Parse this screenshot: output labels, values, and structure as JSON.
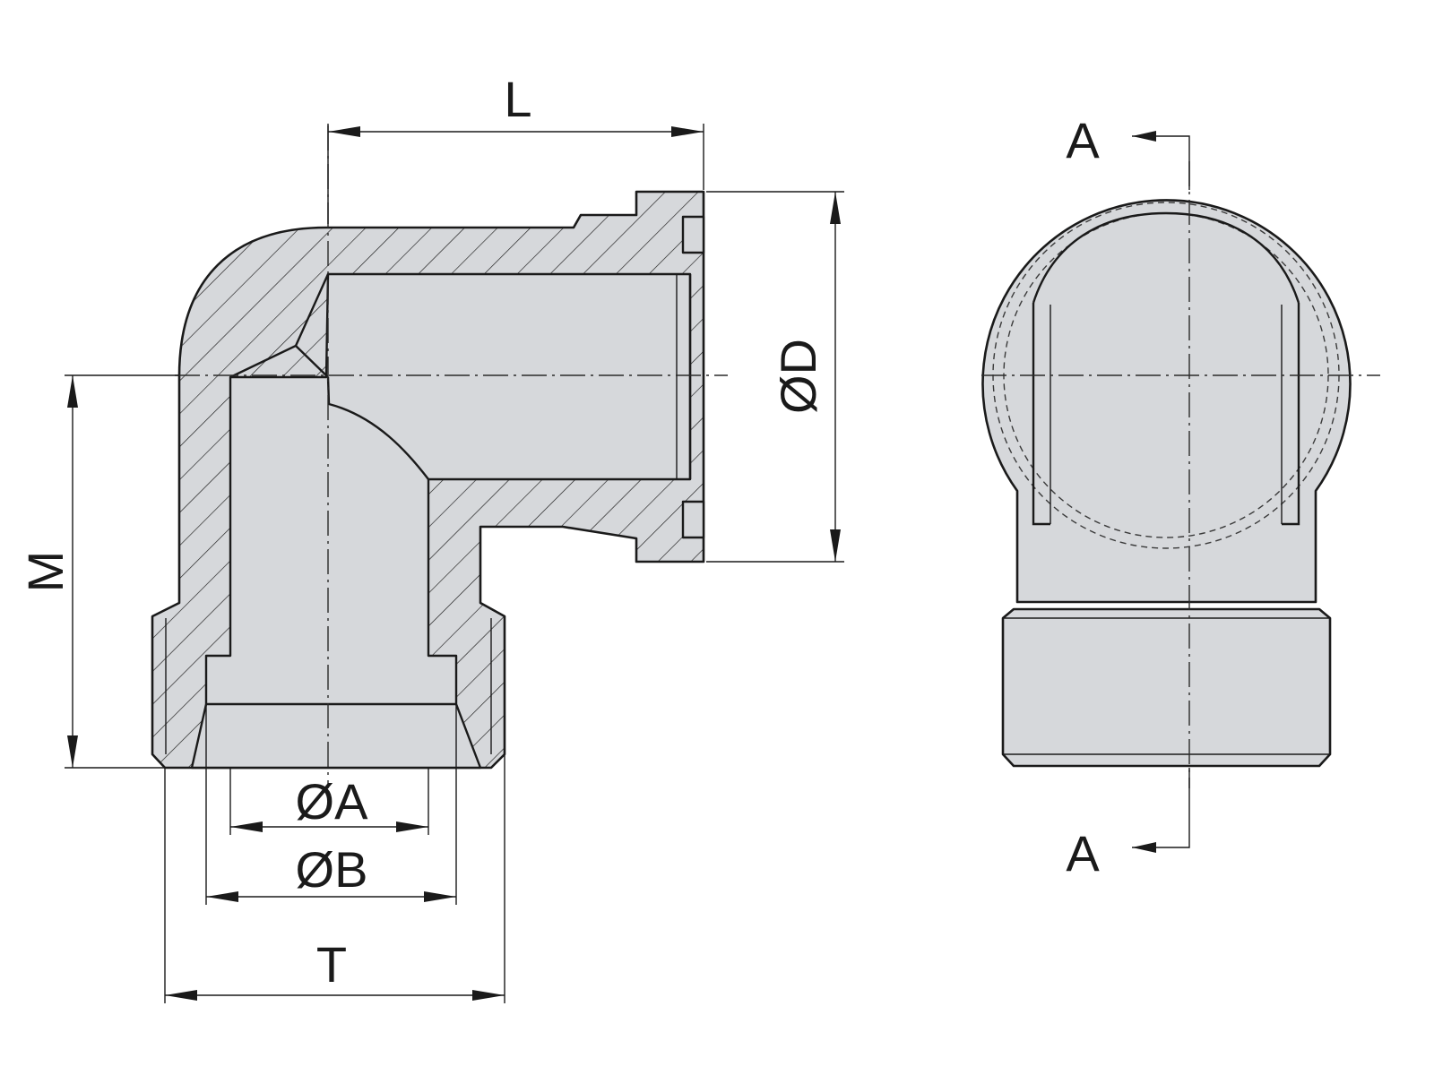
{
  "drawing": {
    "labels": {
      "length": "L",
      "outer_diameter": "ØD",
      "height": "M",
      "bore_diameter": "ØA",
      "counterbore_diameter": "ØB",
      "thread": "T",
      "section_top": "A",
      "section_bottom": "A"
    },
    "colors": {
      "part_fill": "#d6d8db",
      "line": "#1a1a1a",
      "background": "#ffffff"
    }
  }
}
